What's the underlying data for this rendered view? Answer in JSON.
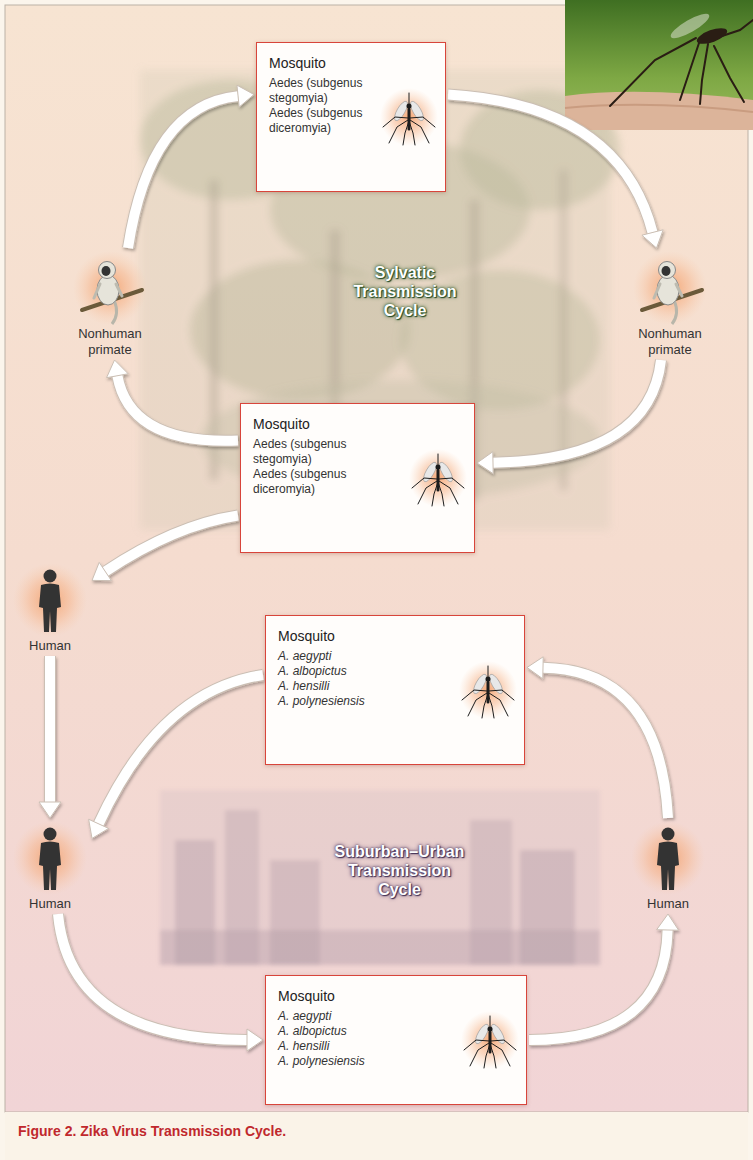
{
  "diagram": {
    "caption": "Figure 2. Zika Virus Transmission Cycle.",
    "nodes": [
      {
        "text": [
          "Mosquito",
          "Aedes (subgenus stegomyia)",
          "Aedes (subgenus diceromyia)"
        ]
      },
      {
        "text": [
          "Nonhuman primate"
        ]
      },
      {
        "text": [
          "Nonhuman primate"
        ]
      },
      {
        "text": [
          "Mosquito",
          "Aedes (subgenus stegomyia)",
          "Aedes (subgenus diceromyia)"
        ]
      },
      {
        "text": [
          "Human"
        ]
      },
      {
        "text": [
          "Mosquito",
          "A. aegypti",
          "A. albopictus",
          "A. hensilli",
          "A. polynesiensis"
        ]
      },
      {
        "text": [
          "Human"
        ]
      },
      {
        "text": [
          "Human"
        ]
      },
      {
        "text": [
          "Mosquito",
          "A. aegypti",
          "A. albopictus",
          "A. hensilli",
          "A. polynesiensis"
        ]
      }
    ],
    "edges": [
      {
        "from": 1,
        "to": 0,
        "arrow": "to"
      },
      {
        "from": 0,
        "to": 2,
        "arrow": "to"
      },
      {
        "from": 2,
        "to": 3,
        "arrow": "to"
      },
      {
        "from": 3,
        "to": 1,
        "arrow": "to"
      },
      {
        "from": 3,
        "to": 4,
        "arrow": "to"
      },
      {
        "from": 4,
        "to": 6,
        "arrow": "to"
      },
      {
        "from": 5,
        "to": 6,
        "arrow": "to"
      },
      {
        "from": 6,
        "to": 8,
        "arrow": "to"
      },
      {
        "from": 8,
        "to": 7,
        "arrow": "to"
      },
      {
        "from": 7,
        "to": 5,
        "arrow": "to"
      }
    ],
    "labels": [
      "Sylvatic Transmission Cycle",
      "Suburban–Urban Transmission Cycle"
    ]
  }
}
